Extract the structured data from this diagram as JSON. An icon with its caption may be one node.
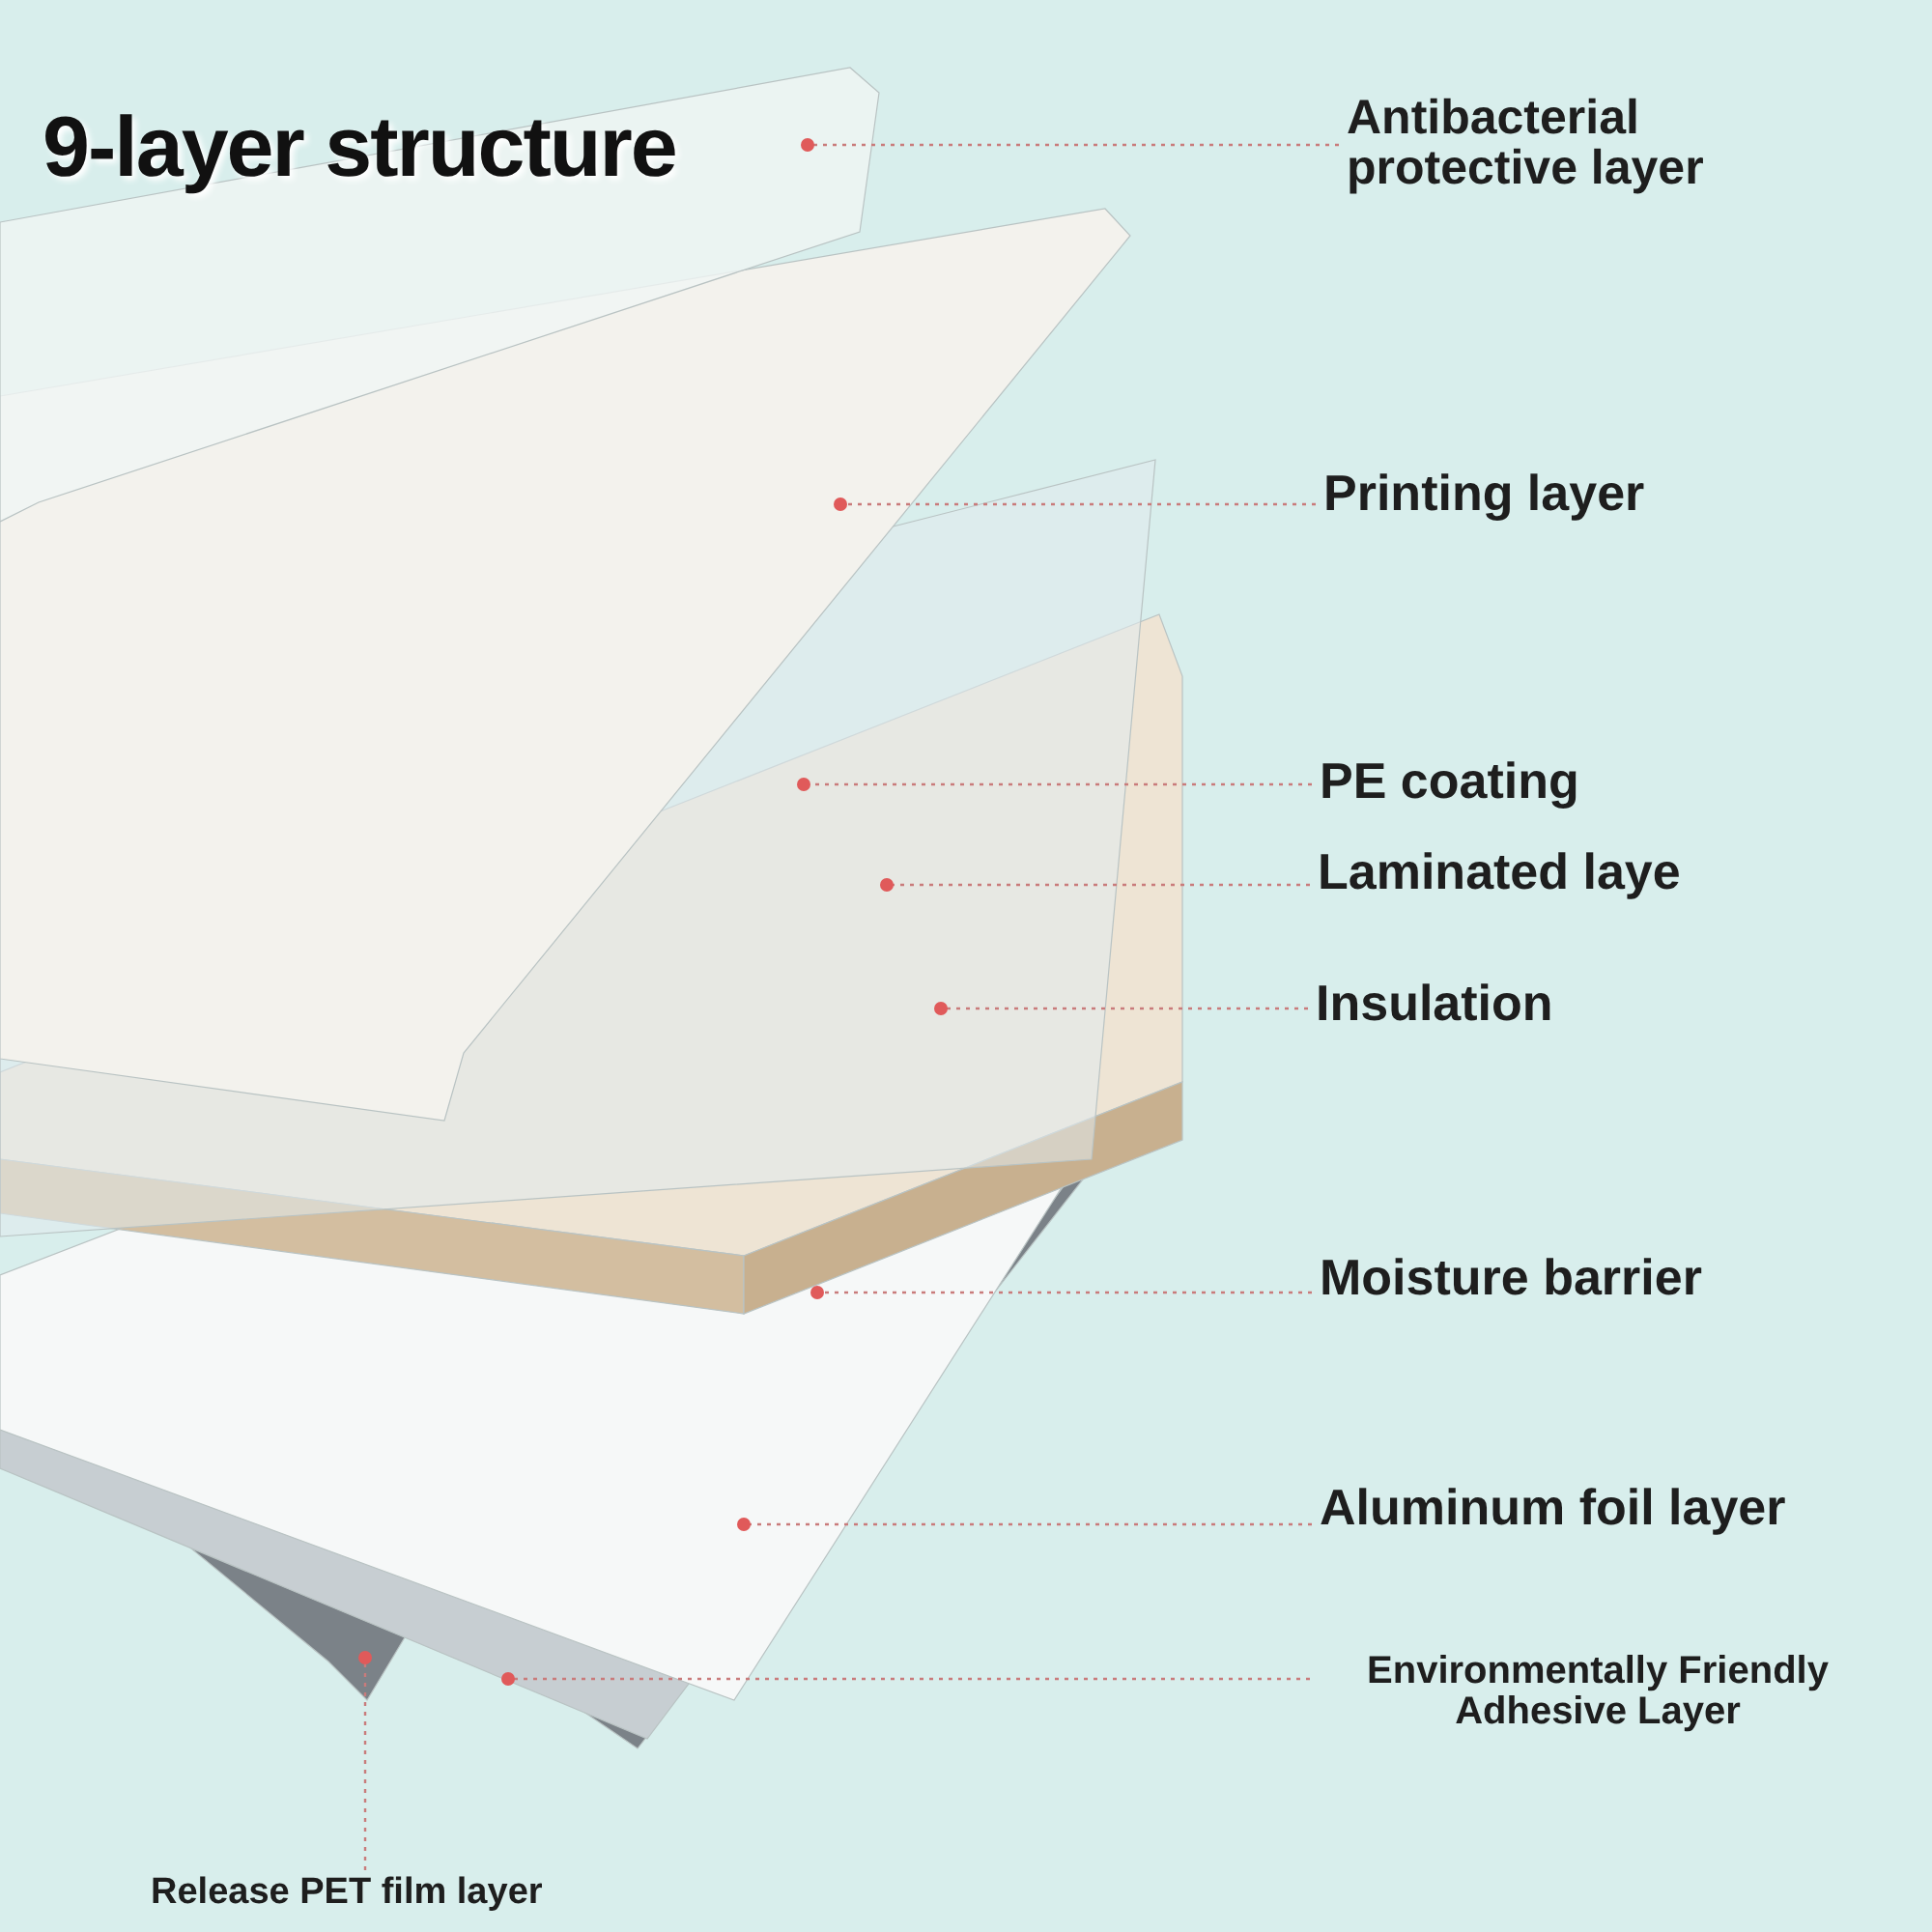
{
  "diagram": {
    "title": "9-layer structure",
    "nodes": [
      {
        "text": [
          "Antibacterial protective layer"
        ]
      },
      {
        "text": [
          "Printing layer"
        ]
      },
      {
        "text": [
          "PE coating"
        ]
      },
      {
        "text": [
          "Laminated laye"
        ]
      },
      {
        "text": [
          "Insulation"
        ]
      },
      {
        "text": [
          "Moisture barrier"
        ]
      },
      {
        "text": [
          "Aluminum foil layer"
        ]
      },
      {
        "text": [
          "Environmentally Friendly Adhesive Layer"
        ]
      },
      {
        "text": [
          "Release PET film layer"
        ]
      }
    ],
    "edges": [
      {
        "from": 0,
        "to": null,
        "arrow": "other"
      },
      {
        "from": 1,
        "to": null,
        "arrow": "other"
      },
      {
        "from": 2,
        "to": null,
        "arrow": "other"
      },
      {
        "from": 3,
        "to": null,
        "arrow": "other"
      },
      {
        "from": 4,
        "to": null,
        "arrow": "other"
      },
      {
        "from": 5,
        "to": null,
        "arrow": "other"
      },
      {
        "from": 6,
        "to": null,
        "arrow": "other"
      },
      {
        "from": 7,
        "to": null,
        "arrow": "other"
      },
      {
        "from": 8,
        "to": null,
        "arrow": "other"
      }
    ]
  }
}
